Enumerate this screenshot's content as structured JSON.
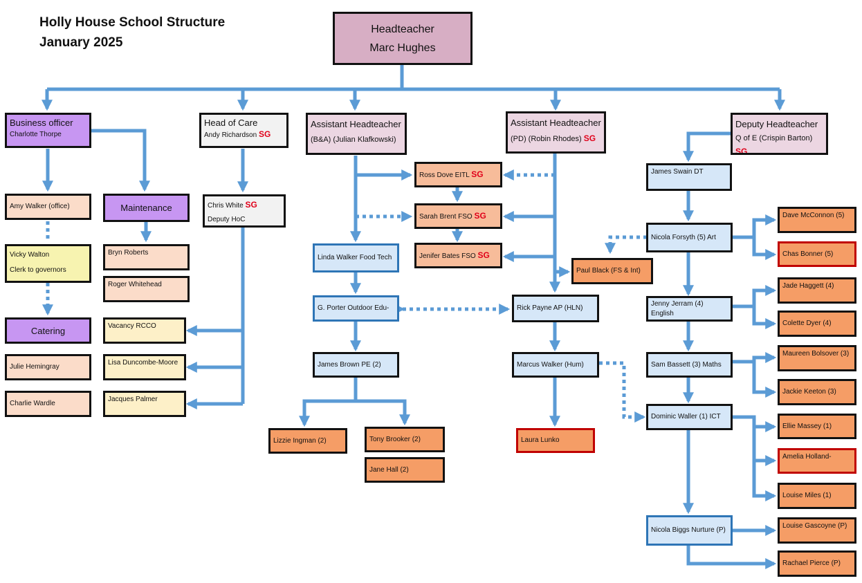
{
  "title": {
    "line1": "Holly House School Structure",
    "line2": "January 2025"
  },
  "sg_label": "SG",
  "colors": {
    "connector": "#5b9bd5",
    "sg_text": "#e0001a"
  },
  "nodes": {
    "headteacher": {
      "role": "Headteacher",
      "name": "Marc Hughes"
    },
    "business_officer": {
      "role": "Business officer",
      "name": "Charlotte Thorpe"
    },
    "head_of_care": {
      "role": "Head of Care",
      "name": "Andy Richardson"
    },
    "ah_ba": {
      "role": "Assistant Headteacher",
      "name": "(B&A) (Julian Klafkowski)"
    },
    "ah_pd": {
      "role": "Assistant Headteacher",
      "name": "(PD) (Robin Rhodes)"
    },
    "deputy": {
      "role": "Deputy Headteacher",
      "name": "Q of E (Crispin Barton)"
    },
    "amy": {
      "name": "Amy Walker (office)"
    },
    "maintenance": {
      "name": "Maintenance"
    },
    "chris": {
      "name": "Chris White",
      "role": "Deputy HoC"
    },
    "vicky": {
      "name": "Vicky Walton",
      "role": "Clerk to governors"
    },
    "bryn": {
      "name": "Bryn Roberts"
    },
    "roger": {
      "name": "Roger Whitehead"
    },
    "catering": {
      "name": "Catering"
    },
    "vacancy": {
      "name": "Vacancy RCCO"
    },
    "julie": {
      "name": "Julie Hemingray"
    },
    "lisa": {
      "name": "Lisa Duncombe-Moore"
    },
    "charlie": {
      "name": "Charlie  Wardle"
    },
    "jacques": {
      "name": "Jacques Palmer"
    },
    "ross": {
      "name": "Ross Dove EITL"
    },
    "sarah": {
      "name": "Sarah Brent FSO"
    },
    "jenifer": {
      "name": "Jenifer Bates FSO"
    },
    "linda": {
      "name": "Linda Walker Food Tech"
    },
    "porter": {
      "name": "G. Porter Outdoor Edu-"
    },
    "jamesbrown": {
      "name": "James Brown PE (2)"
    },
    "lizzie": {
      "name": "Lizzie Ingman (2)"
    },
    "tony": {
      "name": "Tony Brooker (2)"
    },
    "jane": {
      "name": "Jane Hall (2)"
    },
    "paul": {
      "name": "Paul Black (FS & Int)"
    },
    "rick": {
      "name": "Rick Payne AP (HLN)"
    },
    "marcus": {
      "name": "Marcus Walker (Hum)"
    },
    "laura": {
      "name": "Laura  Lunko"
    },
    "jamesswain": {
      "name": "James Swain DT"
    },
    "nicolaf": {
      "name": "Nicola Forsyth  (5)  Art"
    },
    "jenny": {
      "name": "Jenny Jerram (4) English"
    },
    "sam": {
      "name": "Sam Bassett (3) Maths"
    },
    "dominic": {
      "name": "Dominic Waller  (1) ICT"
    },
    "nicolab": {
      "name": "Nicola Biggs Nurture (P)"
    },
    "dave": {
      "name": "Dave McConnon (5)"
    },
    "chas": {
      "name": "Chas Bonner (5)"
    },
    "jade": {
      "name": "Jade Haggett (4)"
    },
    "colette": {
      "name": "Colette Dyer (4)"
    },
    "maureen": {
      "name": "Maureen Bolsover (3)"
    },
    "jackie": {
      "name": "Jackie Keeton (3)"
    },
    "ellie": {
      "name": "Ellie Massey (1)"
    },
    "amelia": {
      "name": "Amelia Holland-"
    },
    "louisem": {
      "name": "Louise Miles (1)"
    },
    "louiseg": {
      "name": "Louise Gascoyne (P)"
    },
    "rachael": {
      "name": "Rachael Pierce  (P)"
    }
  }
}
